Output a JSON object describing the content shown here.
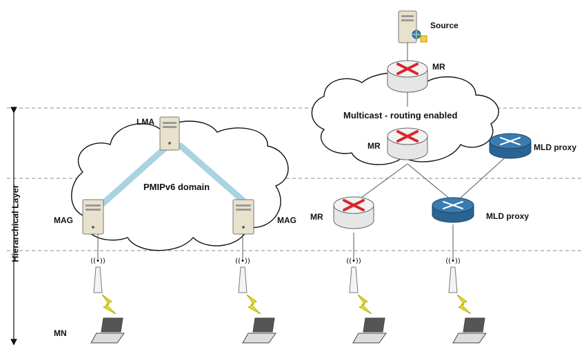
{
  "labels": {
    "source": "Source",
    "mr_top": "MR",
    "multicast_cloud": "Multicast - routing enabled",
    "mr_center": "MR",
    "mld_proxy_top": "MLD proxy",
    "lma": "LMA",
    "pmipv6_domain": "PMIPv6 domain",
    "mag_left": "MAG",
    "mag_right": "MAG",
    "mr_bottom": "MR",
    "mld_proxy_bottom": "MLD proxy",
    "mn": "MN",
    "hierarchical_layer": "Hierarchical Layer"
  },
  "colors": {
    "router_red": "#d9262c",
    "router_body": "#e6e6e6",
    "proxy_blue": "#2f6f9f",
    "tunnel": "#a9d3e0",
    "server_body": "#e8e2cc",
    "lightning": "#e8e01a",
    "dash": "#888888"
  }
}
